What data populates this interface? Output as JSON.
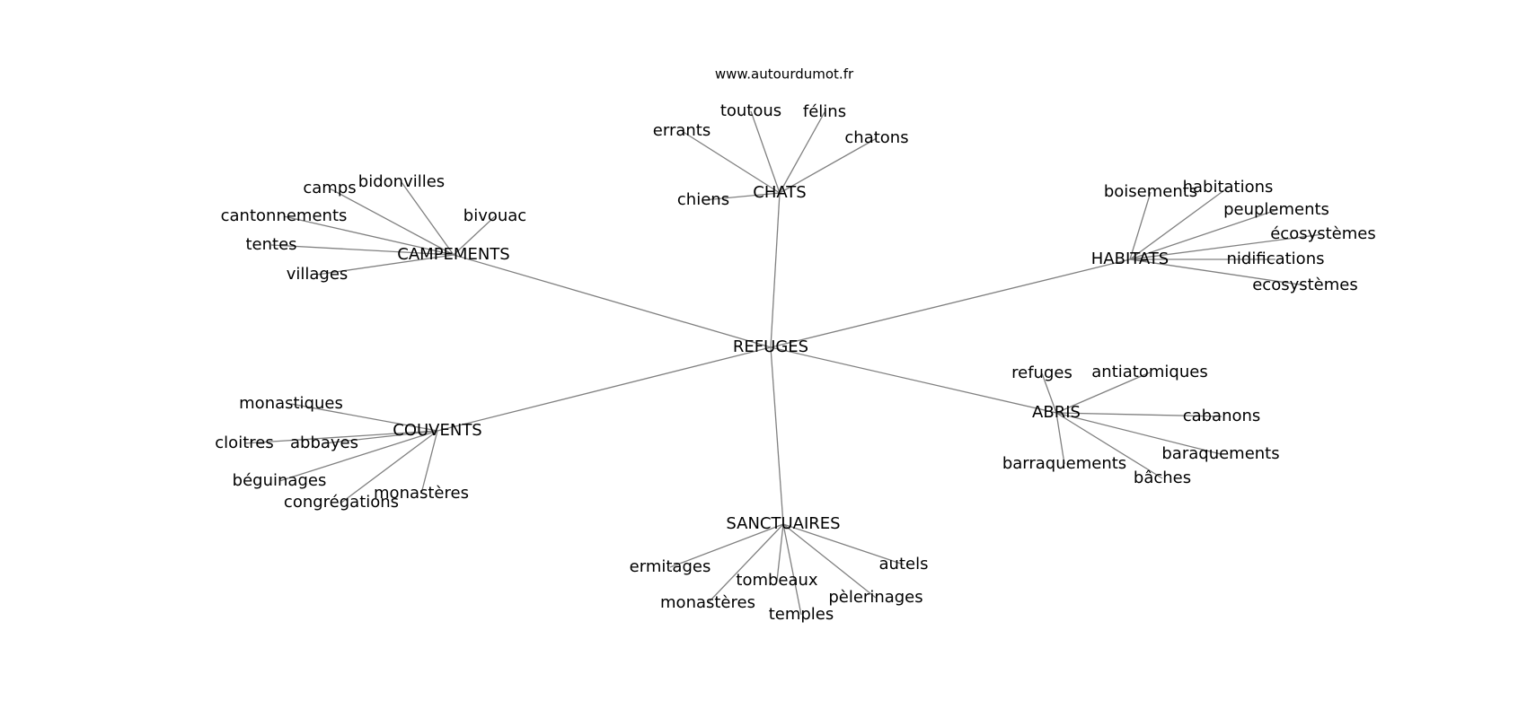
{
  "source": "www.autourdumot.fr",
  "root": "REFUGES",
  "groups": [
    {
      "hub": "CHATS",
      "leaves": [
        "toutous",
        "félins",
        "errants",
        "chatons",
        "chiens"
      ]
    },
    {
      "hub": "CAMPEMENTS",
      "leaves": [
        "bidonvilles",
        "camps",
        "bivouac",
        "cantonnements",
        "tentes",
        "villages"
      ]
    },
    {
      "hub": "HABITATS",
      "leaves": [
        "habitations",
        "boisements",
        "peuplements",
        "écosystèmes",
        "nidifications",
        "ecosystèmes"
      ]
    },
    {
      "hub": "ABRIS",
      "leaves": [
        "refuges",
        "antiatomiques",
        "cabanons",
        "baraquements",
        "barraquements",
        "bâches"
      ]
    },
    {
      "hub": "COUVENTS",
      "leaves": [
        "monastiques",
        "cloitres",
        "abbayes",
        "béguinages",
        "monastères",
        "congrégations"
      ]
    },
    {
      "hub": "SANCTUAIRES",
      "leaves": [
        "ermitages",
        "autels",
        "tombeaux",
        "pèlerinages",
        "monastères",
        "temples"
      ]
    }
  ]
}
